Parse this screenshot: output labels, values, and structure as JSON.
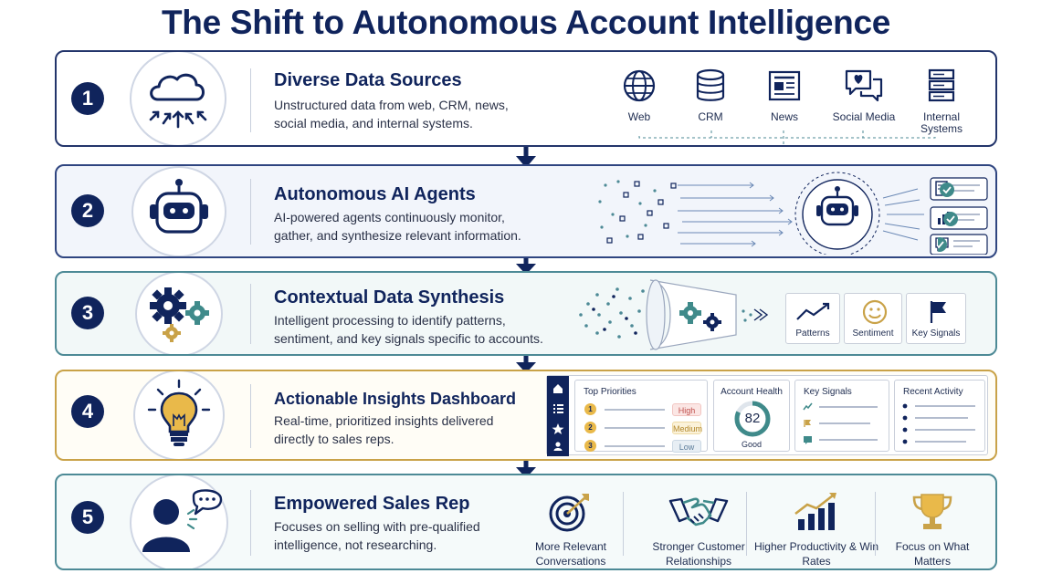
{
  "title": "The Shift to Autonomous Account Intelligence",
  "stages": [
    {
      "number": "1",
      "title": "Diverse Data Sources",
      "desc": "Unstructured data from web, CRM, news, social media, and internal systems."
    },
    {
      "number": "2",
      "title": "Autonomous AI Agents",
      "desc": "AI-powered agents continuously monitor, gather, and synthesize relevant information."
    },
    {
      "number": "3",
      "title": "Contextual Data Synthesis",
      "desc": "Intelligent processing to identify patterns, sentiment, and key signals specific to accounts."
    },
    {
      "number": "4",
      "title": "Actionable Insights Dashboard",
      "desc": "Real-time, prioritized insights delivered directly to sales reps."
    },
    {
      "number": "5",
      "title": "Empowered Sales Rep",
      "desc": "Focuses on selling with pre-qualified intelligence, not researching."
    }
  ],
  "sources": {
    "web": "Web",
    "crm": "CRM",
    "news": "News",
    "social": "Social Media",
    "internal": "Internal Systems"
  },
  "synthesis_outputs": {
    "patterns": "Patterns",
    "sentiment": "Sentiment",
    "signals": "Key Signals"
  },
  "dashboard": {
    "priorities": {
      "title": "Top Priorities",
      "items": [
        {
          "rank": "1",
          "level": "High"
        },
        {
          "rank": "2",
          "level": "Medium"
        },
        {
          "rank": "3",
          "level": "Low"
        }
      ]
    },
    "health": {
      "title": "Account Health",
      "value": "82",
      "status": "Good",
      "fill_fraction": 0.82
    },
    "signals_title": "Key Signals",
    "activity_title": "Recent Activity"
  },
  "outcomes": {
    "conversations": "More Relevant Conversations",
    "relationships": "Stronger Customer Relationships",
    "productivity": "Higher Productivity & Win Rates",
    "focus": "Focus on What Matters"
  },
  "colors": {
    "navy": "#10245c",
    "teal": "#3f8a8a",
    "gold": "#c9a248",
    "high": "#c0504d",
    "medium": "#c9a248",
    "low": "#5b7b99"
  }
}
